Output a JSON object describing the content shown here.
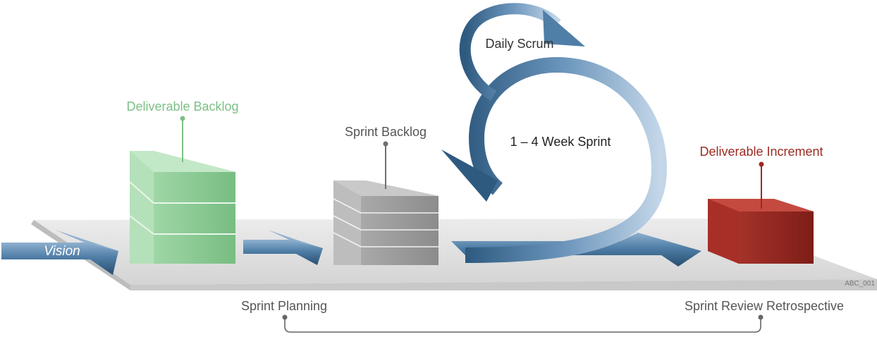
{
  "labels": {
    "vision": "Vision",
    "deliverable_backlog": "Deliverable Backlog",
    "sprint_backlog": "Sprint Backlog",
    "daily_scrum": "Daily Scrum",
    "week_sprint": "1 – 4 Week Sprint",
    "deliverable_increment": "Deliverable Increment",
    "sprint_planning": "Sprint Planning",
    "sprint_review": "Sprint Review Retrospective",
    "figure_id": "ABC_001"
  },
  "colors": {
    "deliverable_backlog": "#7dbf86",
    "sprint_backlog": "#8a8a8a",
    "deliverable_increment": "#9b2a22",
    "arrow_blue": "#3f6d96",
    "arrow_light": "#a8c3dc",
    "platform": "#d8d8d8"
  }
}
